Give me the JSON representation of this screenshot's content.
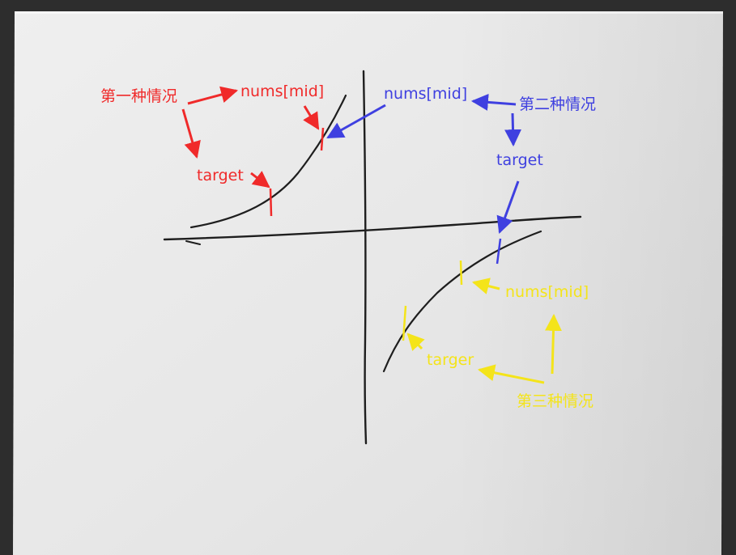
{
  "colors": {
    "case1": "#f02a2a",
    "case2": "#3f40e0",
    "case3": "#f4e41a",
    "ink": "#1e1e1e",
    "paper": "#e9e9e9",
    "photo_edge": "#2d2d2d"
  },
  "case1": {
    "title": "第一种情况",
    "mid_label": "nums[mid]",
    "target_label": "target"
  },
  "case2": {
    "title": "第二种情况",
    "mid_label": "nums[mid]",
    "target_label": "target"
  },
  "case3": {
    "title": "第三种情况",
    "mid_label": "nums[mid]",
    "target_label": "targer"
  }
}
